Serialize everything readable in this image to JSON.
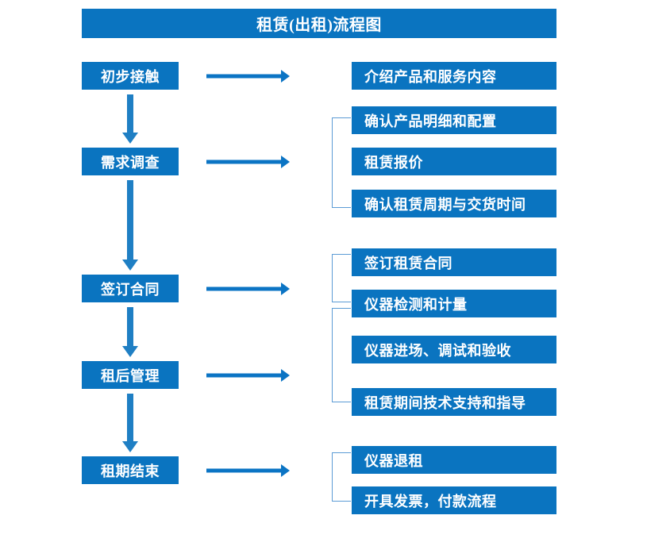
{
  "diagram": {
    "title": "租赁(出租)流程图",
    "accent_color": "#0A74C0",
    "arrow_color": "#1F7FC4",
    "bracket_color": "#5B9BD5",
    "stages": [
      {
        "label": "初步接触"
      },
      {
        "label": "需求调查"
      },
      {
        "label": "签订合同"
      },
      {
        "label": "租后管理"
      },
      {
        "label": "租期结束"
      }
    ],
    "tasks": [
      {
        "label": "介绍产品和服务内容"
      },
      {
        "label": "确认产品明细和配置"
      },
      {
        "label": "租赁报价"
      },
      {
        "label": "确认租赁周期与交货时间"
      },
      {
        "label": "签订租赁合同"
      },
      {
        "label": "仪器检测和计量"
      },
      {
        "label": "仪器进场、调试和验收"
      },
      {
        "label": "租赁期间技术支持和指导"
      },
      {
        "label": "仪器退租"
      },
      {
        "label": "开具发票，付款流程"
      }
    ]
  }
}
